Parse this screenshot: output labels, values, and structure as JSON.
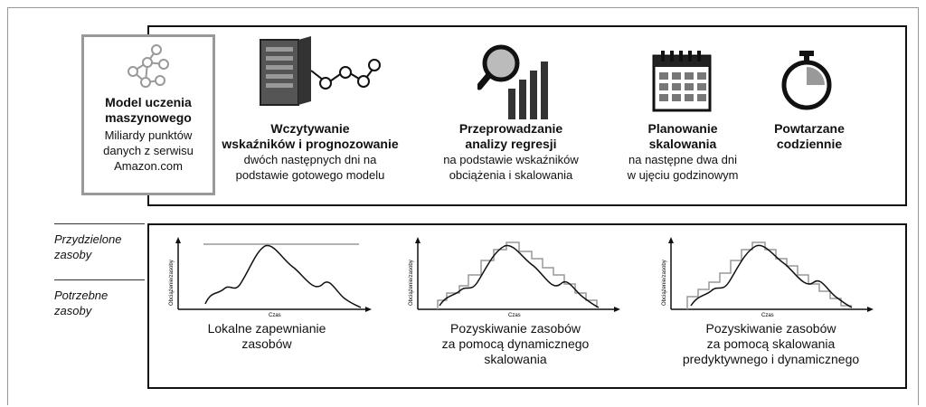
{
  "model": {
    "title": "Model uczenia\nmaszynowego",
    "subtitle": "Miliardy punktów\ndanych z serwisu\nAmazon.com"
  },
  "steps": [
    {
      "title": "Wczytywanie\nwskaźników i prognozowanie",
      "subtitle": "dwóch następnych dni na\npodstawie gotowego modelu",
      "icon": "server-network-icon"
    },
    {
      "title": "Przeprowadzanie\nanalizy regresji",
      "subtitle": "na podstawie wskaźników\nobciążenia i skalowania",
      "icon": "magnifier-bar-chart-icon"
    },
    {
      "title": "Planowanie\nskalowania",
      "subtitle": "na następne dwa dni\nw ujęciu godzinowym",
      "icon": "calendar-icon"
    },
    {
      "title": "Powtarzane\ncodziennie",
      "subtitle": "",
      "icon": "stopwatch-icon"
    }
  ],
  "legend": {
    "allocated": "Przydzielone\nzasoby",
    "needed": "Potrzebne\nzasoby"
  },
  "charts": [
    {
      "caption": "Lokalne zapewnianie\nzasobów",
      "xlabel": "Czas",
      "ylabel": "Obciążenie/zasoby"
    },
    {
      "caption": "Pozyskiwanie zasobów\nza pomocą dynamicznego\nskalowania",
      "xlabel": "Czas",
      "ylabel": "Obciążenie/zasoby"
    },
    {
      "caption": "Pozyskiwanie zasobów\nza pomocą skalowania\npredyktywnego i dynamicznego",
      "xlabel": "Czas",
      "ylabel": "Obciążenie/zasoby"
    }
  ],
  "colors": {
    "frame": "#111111",
    "model_border": "#999999",
    "allocated_line": "#999999",
    "load_line": "#111111"
  }
}
